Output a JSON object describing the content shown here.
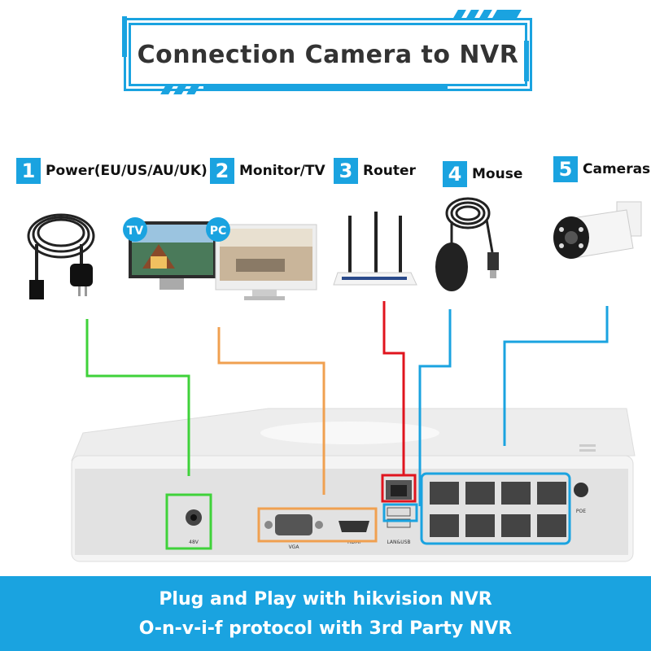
{
  "title": "Connection Camera to NVR",
  "items": [
    {
      "num": "1",
      "label": "Power(EU/US/AU/UK)"
    },
    {
      "num": "2",
      "label": "Monitor/TV"
    },
    {
      "num": "3",
      "label": "Router"
    },
    {
      "num": "4",
      "label": "Mouse"
    },
    {
      "num": "5",
      "label": "Cameras"
    }
  ],
  "tv_badge": "TV",
  "pc_badge": "PC",
  "ports": {
    "power": "48V",
    "vga": "VGA",
    "hdmi": "HDMI",
    "lan_usb": "LAN&USB",
    "poe": "POE"
  },
  "colors": {
    "accent": "#1aa3e0",
    "power_line": "#3fd23a",
    "monitor_line": "#f0a050",
    "router_line": "#e0141e",
    "device_line": "#1aa3e0"
  },
  "footer": {
    "line1": "Plug and Play with hikvision NVR",
    "line2": "O-n-v-i-f protocol with 3rd Party NVR"
  }
}
